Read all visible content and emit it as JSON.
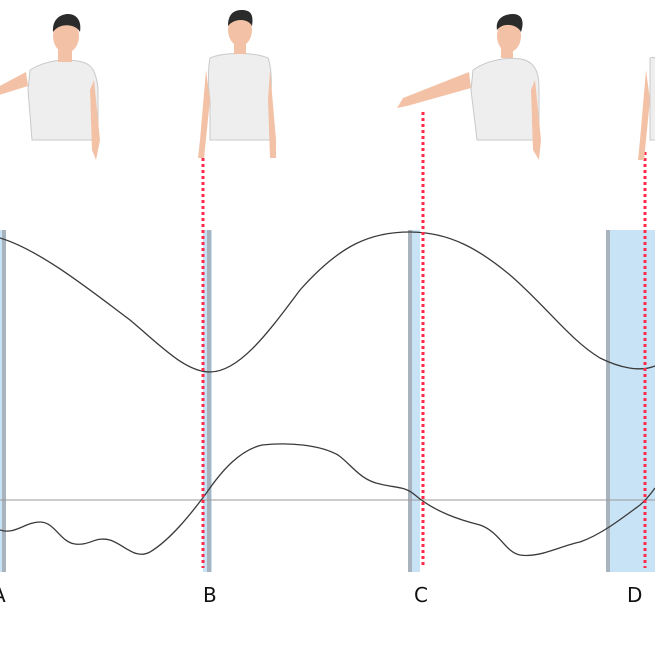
{
  "markers": [
    {
      "label": "A"
    },
    {
      "label": "B"
    },
    {
      "label": "C"
    },
    {
      "label": "D"
    }
  ],
  "colors": {
    "band_fill": "#c8e3f6",
    "band_edge": "#a9b3bd",
    "dotted_line": "#ff2a4a",
    "curve": "#3a3a3a",
    "baseline": "#9a9a9a",
    "shirt": "#eeeeee",
    "skin": "#f3c2a6",
    "hair": "#2b2b2b"
  },
  "figures": [
    {
      "name": "person-arm-raised-left",
      "pose": "arm-raised"
    },
    {
      "name": "person-arms-down",
      "pose": "arms-down"
    },
    {
      "name": "person-arm-raised-left",
      "pose": "arm-raised"
    },
    {
      "name": "person-arms-down",
      "pose": "arms-down"
    }
  ]
}
